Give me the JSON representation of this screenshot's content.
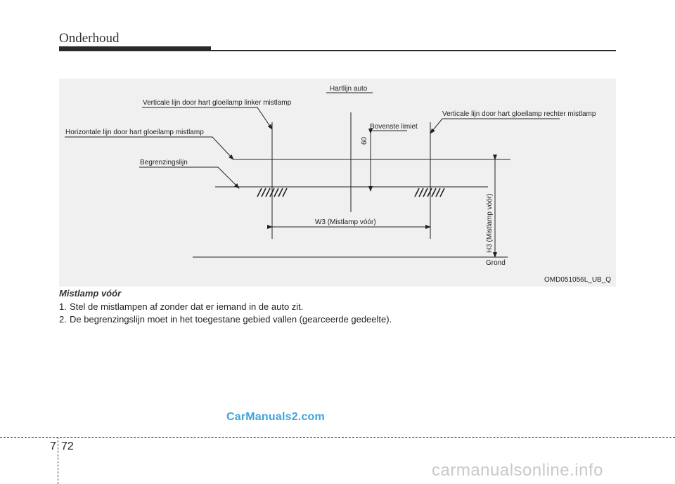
{
  "header": {
    "title": "Onderhoud"
  },
  "figure": {
    "labels": {
      "centerline": "Hartlijn auto",
      "vertical_left": "Verticale lijn door hart gloeilamp linker mistlamp",
      "vertical_right": "Verticale lijn door hart gloeilamp rechter mistlamp",
      "horizontal": "Horizontale lijn door hart gloeilamp mistlamp",
      "upper_limit": "Bovenste limiet",
      "cutoff": "Begrenzingslijn",
      "dim_60": "60",
      "w3": "W3 (Mistlamp vóór)",
      "h3": "H3 (Mistlamp vóór)",
      "ground": "Grond"
    },
    "code": "OMD051056L_UB_Q"
  },
  "caption": "Mistlamp vóór",
  "steps": [
    {
      "num": "1.",
      "text": "Stel de mistlampen af zonder dat er iemand in de auto zit."
    },
    {
      "num": "2.",
      "text": "De begrenzingslijn moet in het toegestane gebied vallen (gearceerde gedeelte)."
    }
  ],
  "watermark": "CarManuals2.com",
  "footer": {
    "chapter": "7",
    "page": "72"
  },
  "site_watermark": "carmanualsonline.info"
}
